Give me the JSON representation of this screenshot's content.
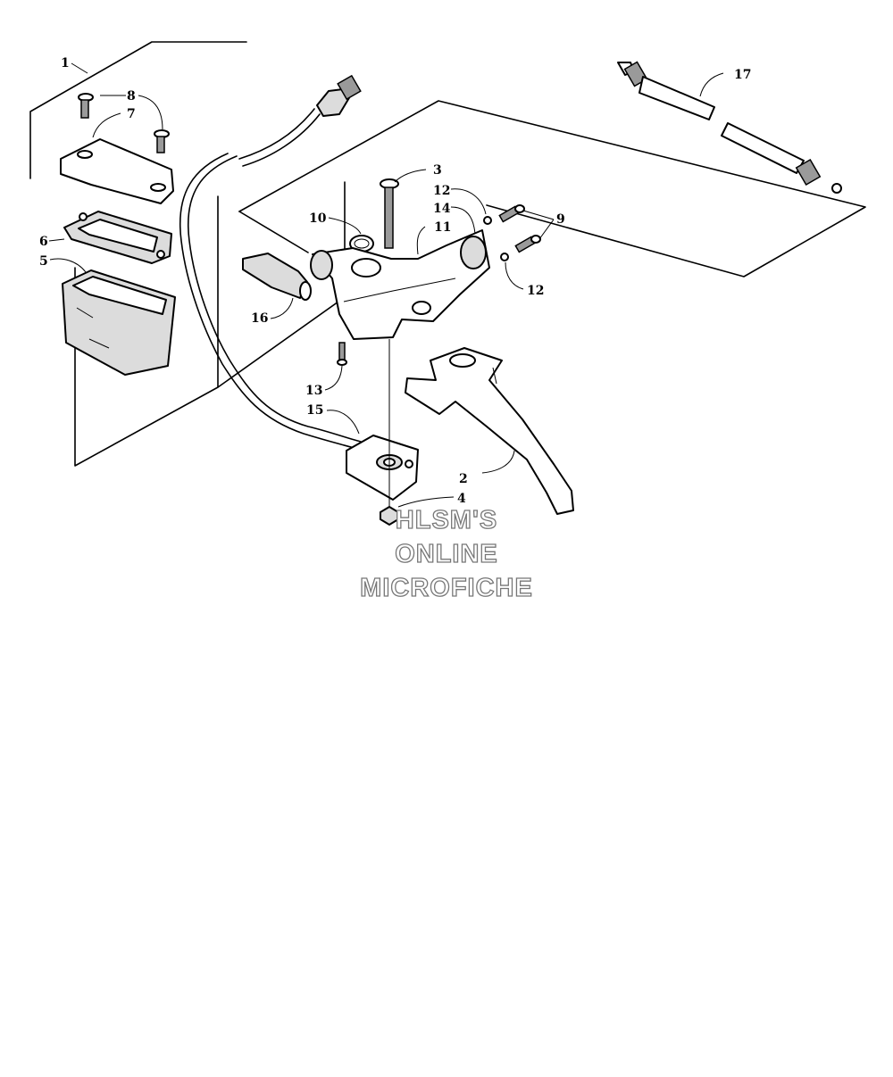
{
  "callouts": [
    {
      "id": "c1",
      "label": "1"
    },
    {
      "id": "c2",
      "label": "2"
    },
    {
      "id": "c3",
      "label": "3"
    },
    {
      "id": "c4",
      "label": "4"
    },
    {
      "id": "c5",
      "label": "5"
    },
    {
      "id": "c6",
      "label": "6"
    },
    {
      "id": "c7",
      "label": "7"
    },
    {
      "id": "c8",
      "label": "8"
    },
    {
      "id": "c9",
      "label": "9"
    },
    {
      "id": "c10",
      "label": "10"
    },
    {
      "id": "c11",
      "label": "11"
    },
    {
      "id": "c12a",
      "label": "12"
    },
    {
      "id": "c12b",
      "label": "12"
    },
    {
      "id": "c13",
      "label": "13"
    },
    {
      "id": "c14",
      "label": "14"
    },
    {
      "id": "c15",
      "label": "15"
    },
    {
      "id": "c16",
      "label": "16"
    },
    {
      "id": "c17",
      "label": "17"
    }
  ],
  "watermark": {
    "line1": "HLSM'S",
    "line2": "ONLINE",
    "line3": "MICROFICHE"
  }
}
